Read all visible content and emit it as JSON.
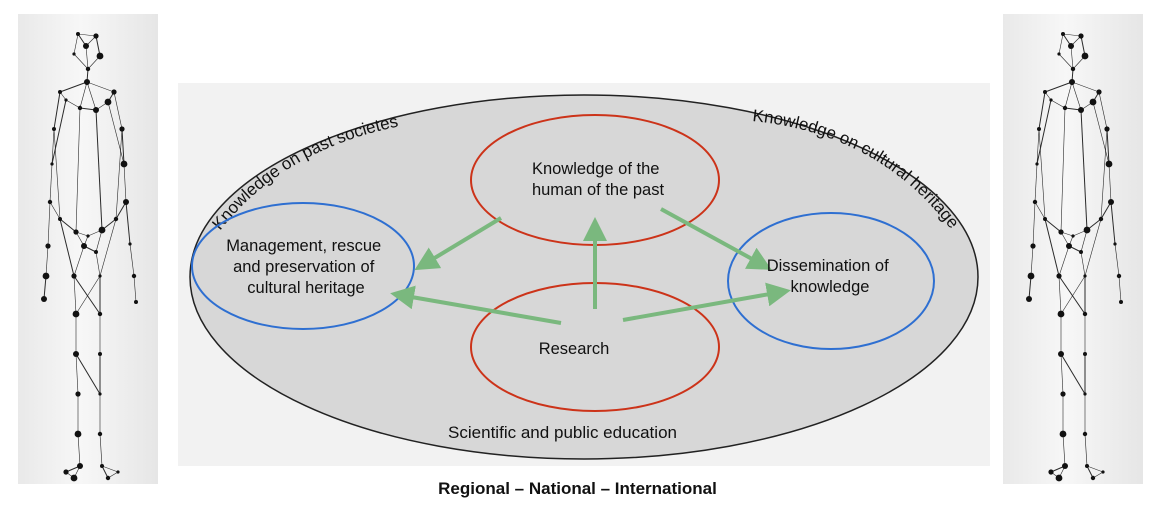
{
  "diagram": {
    "outer_arcs": {
      "top_left": "Knowledge on past societes",
      "top_right": "Knowledge on cultural heritage",
      "bottom": "Scientific and public education"
    },
    "nodes": {
      "knowledge_human": [
        "Knowledge of the",
        "human of the past"
      ],
      "research": [
        "Research"
      ],
      "management": [
        "Management, rescue",
        "and preservation of",
        "cultural heritage"
      ],
      "dissemination": [
        "Dissemination of",
        "knowledge"
      ]
    },
    "colors": {
      "core_ellipse_stroke": "#cc3319",
      "outcome_ellipse_stroke": "#2e6fd1",
      "arrow": "#7ab87e",
      "outer_fill": "#d7d7d7"
    }
  },
  "footer": {
    "scope_label": "Regional – National – International"
  },
  "decorations": {
    "left_figure": "human-skeleton-network-illustration",
    "right_figure": "human-skeleton-network-illustration"
  }
}
